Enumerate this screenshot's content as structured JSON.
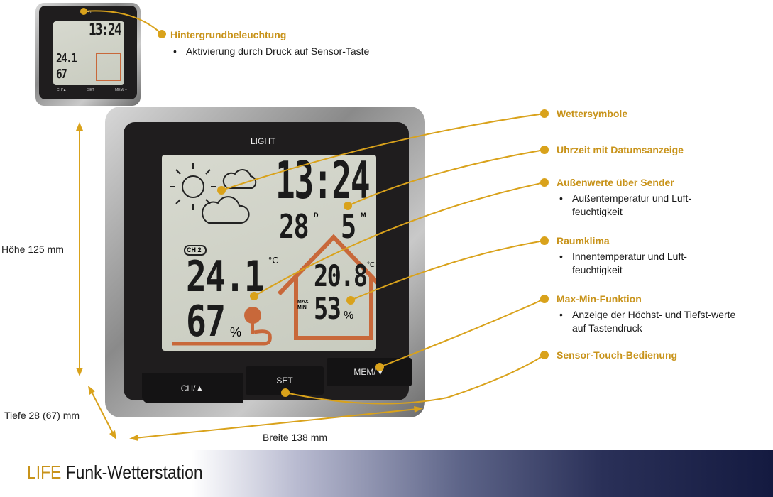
{
  "device": {
    "light_label": "LIGHT",
    "time": "13:24",
    "day": "28",
    "day_unit": "D",
    "month": "5",
    "month_unit": "M",
    "channel": "CH 2",
    "outdoor_temp": "24.1",
    "outdoor_humidity": "67",
    "indoor_temp": "20.8",
    "indoor_humidity": "53",
    "temp_unit": "°C",
    "humidity_unit": "%",
    "maxmin_label": "MAX MIN",
    "buttons": [
      "CH/▲",
      "SET",
      "MEM/▼"
    ],
    "accent_color": "#c8931a",
    "house_color": "#c8683a"
  },
  "callouts": [
    {
      "title": "Hintergrundbeleuchtung",
      "bullets": [
        "Aktivierung durch Druck auf Sensor-Taste"
      ]
    },
    {
      "title": "Wettersymbole",
      "bullets": []
    },
    {
      "title": "Uhrzeit mit Datumsanzeige",
      "bullets": []
    },
    {
      "title": "Außenwerte über Sender",
      "bullets": [
        "Außentemperatur und Luft-feuchtigkeit"
      ]
    },
    {
      "title": "Raumklima",
      "bullets": [
        "Innentemperatur und Luft-feuchtigkeit"
      ]
    },
    {
      "title": "Max-Min-Funktion",
      "bullets": [
        "Anzeige der Höchst- und Tiefst-werte auf Tastendruck"
      ]
    },
    {
      "title": "Sensor-Touch-Bedienung",
      "bullets": []
    }
  ],
  "dimensions": {
    "height": "Höhe 125 mm",
    "depth": "Tiefe 28 (67) mm",
    "width": "Breite 138 mm"
  },
  "banner": {
    "brand": "LIFE",
    "product": "Funk-Wetterstation"
  }
}
